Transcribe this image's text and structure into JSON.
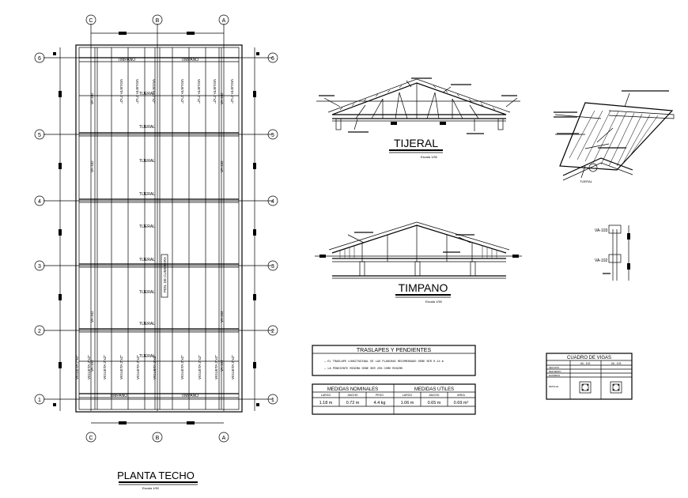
{
  "plan": {
    "title": "PLANTA TECHO",
    "scale": "Escala 1/50",
    "col_labels": [
      "C",
      "B",
      "A"
    ],
    "row_labels": [
      "6",
      "5",
      "4",
      "3",
      "2",
      "1"
    ],
    "timpano_label": "TIMPANO",
    "tijeral_label": "TIJERAL",
    "vigueta_label": "VIGUETA 2\"x2\"",
    "va_label": "VA-102",
    "ridge_label": "PEN. DE CUMBRERA"
  },
  "tijeral": {
    "title": "TIJERAL",
    "scale": "Escala 1/50"
  },
  "timpano": {
    "title": "TIMPANO",
    "scale": "Escala 1/50"
  },
  "detail": {
    "tag": "TIJERAL"
  },
  "section": {
    "tag1": "VA-103",
    "tag2": "VA-102"
  },
  "traslapes": {
    "title": "TRASLAPES Y PENDIENTES",
    "line1": "— EL TRASLAPE LONGITUDINAL DE LAS PLANCHAS RECOMENDADO DEBE SER 0.14 m",
    "line2": "— LA PENDIENTE MINIMA DEBE SER 25% COMO MINIMO"
  },
  "medidas": {
    "nominales_title": "MEDIDAS NOMINALES",
    "utiles_title": "MEDIDAS UTILES",
    "headers": [
      "LARGO",
      "ANCHO",
      "PESO",
      "LARGO",
      "ANCHO",
      "AREA"
    ],
    "values": [
      "1.18 m",
      "0.72 m",
      "4.4 kg",
      "1.06 m",
      "0.65 m",
      "0.69 m²"
    ]
  },
  "vigas": {
    "title": "CUADRO DE VIGAS",
    "col1": "VA - 102",
    "col2": "VA - 103",
    "row_seccion": "SECCION",
    "row_refuerzo": "REFUERZO",
    "row_estribos": "ESTRIBOS",
    "row_detalle": "DETALLE"
  }
}
